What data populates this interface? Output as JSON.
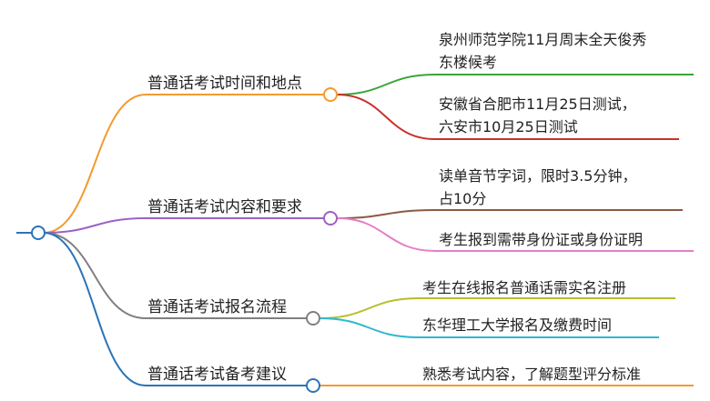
{
  "branches": [
    {
      "label": "普通话考试时间和地点",
      "color": "#f39a2e",
      "children": [
        {
          "lines": [
            "泉州师范学院11月周末全天俊秀",
            "东楼候考"
          ],
          "color": "#3aa53a"
        },
        {
          "lines": [
            "安徽省合肥市11月25日测试，",
            "六安市10月25日测试"
          ],
          "color": "#c9302c"
        }
      ]
    },
    {
      "label": "普通话考试内容和要求",
      "color": "#9b62c4",
      "children": [
        {
          "lines": [
            "读单音节字词，限时3.5分钟，",
            "占10分"
          ],
          "color": "#8a5a44"
        },
        {
          "lines": [
            "考生报到需带身份证或身份证明"
          ],
          "color": "#e57fc7"
        }
      ]
    },
    {
      "label": "普通话考试报名流程",
      "color": "#808080",
      "children": [
        {
          "lines": [
            "考生在线报名普通话需实名注册"
          ],
          "color": "#b7bd2a"
        },
        {
          "lines": [
            "东华理工大学报名及缴费时间"
          ],
          "color": "#2fb8cf"
        }
      ]
    },
    {
      "label": "普通话考试备考建议",
      "color": "#2a74b8",
      "children": [
        {
          "lines": [
            "熟悉考试内容，了解题型评分标准"
          ],
          "color": "#f39a2e"
        }
      ]
    }
  ]
}
